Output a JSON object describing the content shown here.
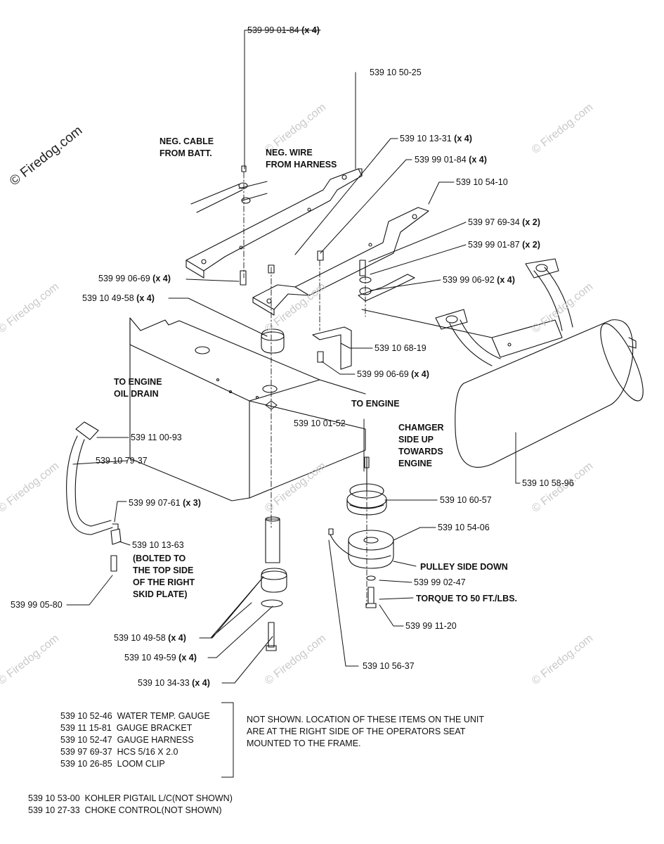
{
  "watermark": {
    "main": "© Firedog.com",
    "faint": "© Firedog.com"
  },
  "callouts": [
    {
      "id": "c1",
      "part": "539 99 01-84",
      "qty": "(x 4)"
    },
    {
      "id": "c2",
      "part": "539 10 50-25",
      "qty": ""
    },
    {
      "id": "c3",
      "part": "539 10 13-31",
      "qty": "(x 4)"
    },
    {
      "id": "c4",
      "part": "539 99 01-84",
      "qty": "(x 4)"
    },
    {
      "id": "c5",
      "part": "539 10 54-10",
      "qty": ""
    },
    {
      "id": "c6",
      "part": "539 97 69-34",
      "qty": "(x 2)"
    },
    {
      "id": "c7",
      "part": "539 99 01-87",
      "qty": "(x 2)"
    },
    {
      "id": "c8",
      "part": "539 99 06-92",
      "qty": "(x 4)"
    },
    {
      "id": "c9",
      "part": "539 99 06-69",
      "qty": "(x 4)"
    },
    {
      "id": "c10",
      "part": "539 10 49-58",
      "qty": "(x 4)"
    },
    {
      "id": "c11",
      "part": "539 10 68-19",
      "qty": ""
    },
    {
      "id": "c12",
      "part": "539 99 06-69",
      "qty": "(x 4)"
    },
    {
      "id": "c13",
      "part": "539 11 00-93",
      "qty": ""
    },
    {
      "id": "c14",
      "part": "539 10 79-37",
      "qty": ""
    },
    {
      "id": "c15",
      "part": "539 10 01-52",
      "qty": ""
    },
    {
      "id": "c16",
      "part": "539 10 58-96",
      "qty": ""
    },
    {
      "id": "c17",
      "part": "539 10 60-57",
      "qty": ""
    },
    {
      "id": "c18",
      "part": "539 99 07-61",
      "qty": "(x 3)"
    },
    {
      "id": "c19",
      "part": "539 10 13-63",
      "qty": ""
    },
    {
      "id": "c20",
      "part": "539 10 54-06",
      "qty": ""
    },
    {
      "id": "c21",
      "part": "539 99 02-47",
      "qty": ""
    },
    {
      "id": "c22",
      "part": "539 99 05-80",
      "qty": ""
    },
    {
      "id": "c23",
      "part": "539 99 11-20",
      "qty": ""
    },
    {
      "id": "c24",
      "part": "539 10 49-58",
      "qty": "(x 4)"
    },
    {
      "id": "c25",
      "part": "539 10 49-59",
      "qty": "(x 4)"
    },
    {
      "id": "c26",
      "part": "539 10 56-37",
      "qty": ""
    },
    {
      "id": "c27",
      "part": "539 10 34-33",
      "qty": "(x 4)"
    }
  ],
  "notes": {
    "neg_cable": "NEG. CABLE\nFROM BATT.",
    "neg_wire": "NEG. WIRE\nFROM HARNESS",
    "oil_drain": "TO ENGINE\nOIL DRAIN",
    "to_engine": "TO ENGINE",
    "chamfer": "CHAMGER\nSIDE UP\nTOWARDS\nENGINE",
    "pulley_side": "PULLEY SIDE DOWN",
    "torque": "TORQUE TO 50 FT./LBS.",
    "bolted": "(BOLTED TO\nTHE TOP SIDE\nOF THE RIGHT\nSKID PLATE)"
  },
  "not_shown_list": [
    {
      "part": "539 10 52-46",
      "desc": "WATER TEMP. GAUGE"
    },
    {
      "part": "539 11 15-81",
      "desc": "GAUGE BRACKET"
    },
    {
      "part": "539 10 52-47",
      "desc": "GAUGE HARNESS"
    },
    {
      "part": "539 97 69-37",
      "desc": "HCS 5/16 X 2.0"
    },
    {
      "part": "539 10 26-85",
      "desc": "LOOM CLIP"
    }
  ],
  "not_shown_note": "NOT SHOWN. LOCATION OF THESE ITEMS ON THE UNIT\nARE AT THE RIGHT SIDE OF THE OPERATORS SEAT\nMOUNTED TO THE FRAME.",
  "footer_items": [
    {
      "part": "539 10 53-00",
      "desc": "KOHLER PIGTAIL L/C(NOT SHOWN)"
    },
    {
      "part": "539 10 27-33",
      "desc": "CHOKE CONTROL(NOT SHOWN)"
    }
  ]
}
